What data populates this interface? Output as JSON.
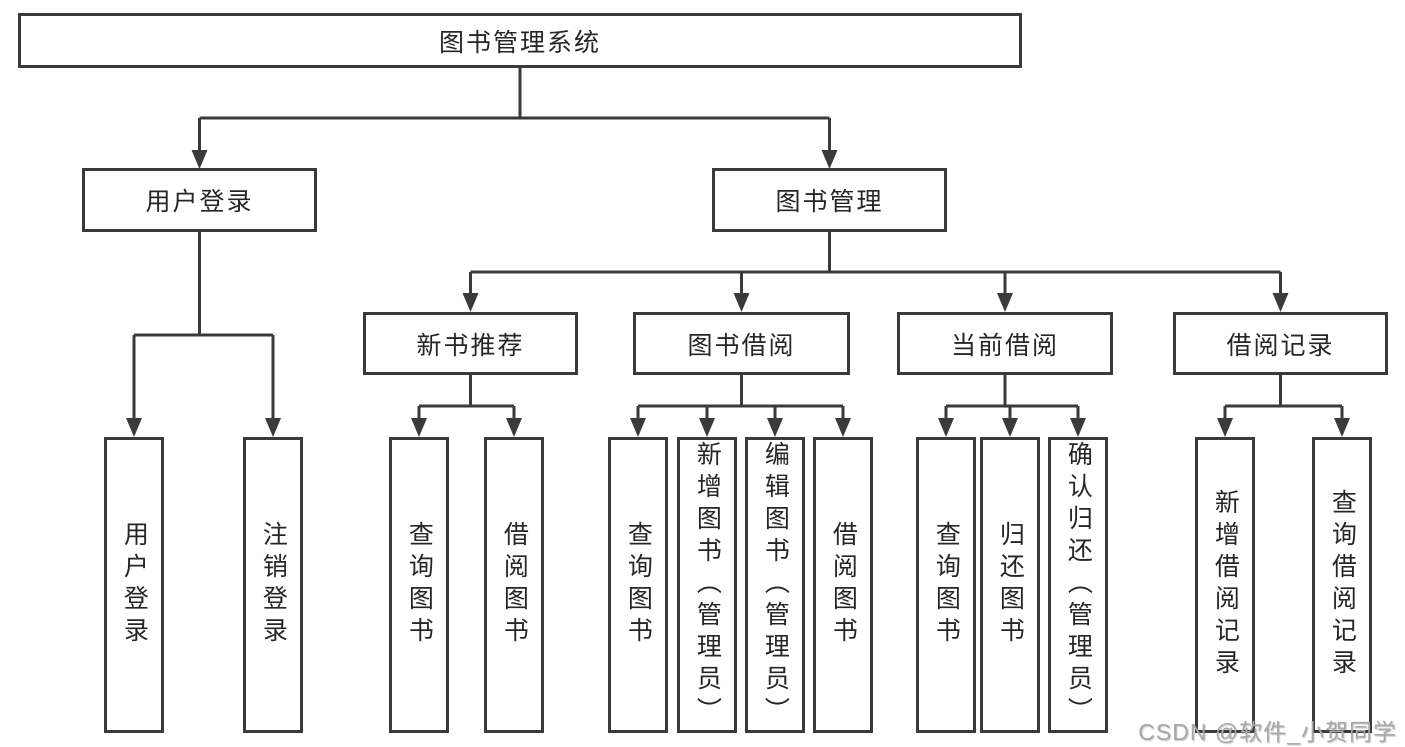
{
  "diagram": {
    "root": {
      "label": "图书管理系统"
    },
    "branches": [
      {
        "label": "用户登录",
        "children": [
          {
            "label": "用户登录"
          },
          {
            "label": "注销登录"
          }
        ]
      },
      {
        "label": "图书管理",
        "children": [
          {
            "label": "新书推荐",
            "children": [
              {
                "label": "查询图书"
              },
              {
                "label": "借阅图书"
              }
            ]
          },
          {
            "label": "图书借阅",
            "children": [
              {
                "label": "查询图书"
              },
              {
                "label": "新增图书（管理员）"
              },
              {
                "label": "编辑图书（管理员）"
              },
              {
                "label": "借阅图书"
              }
            ]
          },
          {
            "label": "当前借阅",
            "children": [
              {
                "label": "查询图书"
              },
              {
                "label": "归还图书"
              },
              {
                "label": "确认归还（管理员）"
              }
            ]
          },
          {
            "label": "借阅记录",
            "children": [
              {
                "label": "新增借阅记录"
              },
              {
                "label": "查询借阅记录"
              }
            ]
          }
        ]
      }
    ],
    "watermark": "CSDN @软件_小贺同学",
    "colors": {
      "line": "#3a3a3a",
      "text": "#262626",
      "background": "#ffffff",
      "watermark": "#a8a8a8"
    }
  }
}
